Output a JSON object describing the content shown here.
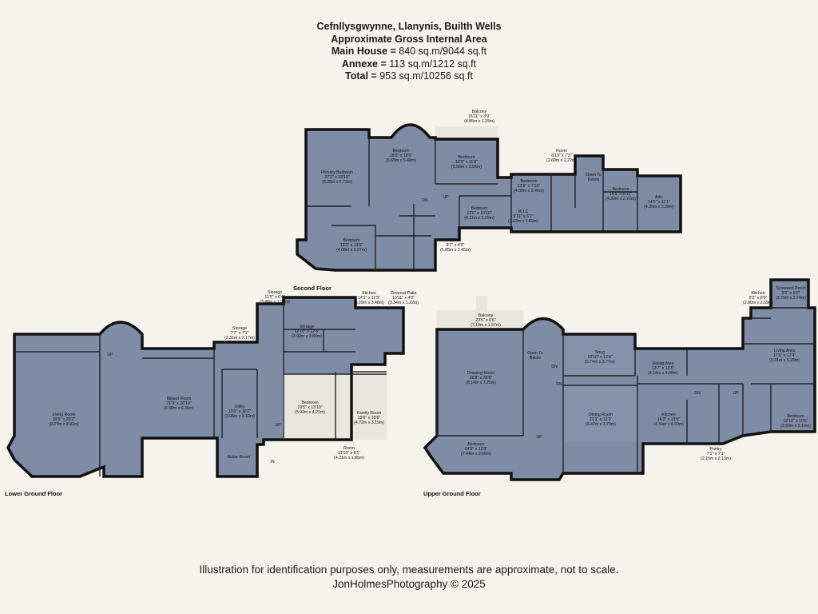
{
  "header": {
    "address": "Cefnllysgwynne, Llanynis, Builth Wells",
    "area_title": "Approximate Gross Internal Area",
    "main_house_label": "Main House =",
    "main_house_value": "840 sq.m/9044 sq.ft",
    "annexe_label": "Annexe =",
    "annexe_value": "113 sq.m/1212 sq.ft",
    "total_label": "Total =",
    "total_value": "953 sq.m/10256 sq.ft"
  },
  "floors": {
    "second": "Second Floor",
    "lower_ground": "Lower Ground Floor",
    "upper_ground": "Upper Ground Floor"
  },
  "rooms": {
    "balcony_top": [
      "Balcony",
      "15'11\" x 3'9\"",
      "(4.85m x 1.15m)"
    ],
    "primary_bedroom": [
      "Primary Bedroom",
      "27'2\" x 18'10\"",
      "(8.28m x 5.73m)"
    ],
    "bedroom_2f_a": [
      "Bedroom",
      "18'6\" x 18'0\"",
      "(5.65m x 5.48m)"
    ],
    "bedroom_2f_b": [
      "Bedroom",
      "18'3\" x 11'8\"",
      "(5.56m x 3.56m)"
    ],
    "room_2f": [
      "Room",
      "8'10\" x 7'3\"",
      "(2.69m x 2.22m)"
    ],
    "bedroom_2f_c": [
      "Bedroom",
      "13'6\" x 7'10\"",
      "(4.09m x 2.40m)"
    ],
    "open_to_below_2f": [
      "Open To",
      "Below"
    ],
    "bedroom_2f_d": [
      "Bedroom",
      "14'5\" x 8'11\"",
      "(4.39m x 2.72m)"
    ],
    "attic": [
      "Attic",
      "14'5\" x 11'1\"",
      "(4.39m x 3.39m)"
    ],
    "bedroom_2f_e": [
      "Bedroom",
      "13'6\" x 10'10\"",
      "(4.11m x 3.29m)"
    ],
    "wic_a": [
      "W.I.C",
      "9'11\" x 6'2\"",
      "(3.03m x 1.89m)"
    ],
    "bedroom_2f_f": [
      "Bedroom",
      "13'5\" x 13'0\"",
      "(4.08m x 3.97m)"
    ],
    "wic_b": [
      "W.I.C",
      "6'1\" x 4'9\"",
      "(1.85m x 1.45m)"
    ],
    "storage_lg_a": [
      "Storage",
      "11'5\" x 6'4\"",
      "(3.48m x 1.94m)"
    ],
    "kitchen_lg": [
      "Kitchen",
      "14'1\" x 11'5\"",
      "(4.29m x 3.48m)"
    ],
    "covered_patio": [
      "Covered Patio",
      "10'11\" x 4'0\"",
      "(3.34m x 1.22m)"
    ],
    "storage_lg_b": [
      "Storage",
      "7'7\" x 7'1\"",
      "(2.31m x 2.17m)"
    ],
    "storage_lg_c": [
      "Storage",
      "12'10\" x 12'6\"",
      "(3.92m x 3.80m)"
    ],
    "living_room_lg": [
      "Living Room",
      "30'5\" x 29'2\"",
      "(9.27m x 8.91m)"
    ],
    "billiard_room": [
      "Billiard Room",
      "21'3\" x 20'10\"",
      "(6.48m x 6.36m)"
    ],
    "utility": [
      "Utility",
      "10'0\" x 10'2\"",
      "(3.06m x 3.10m)"
    ],
    "bedroom_lg": [
      "Bedroom",
      "19'5\" x 13'10\"",
      "(5.92m x 4.21m)"
    ],
    "family_room": [
      "Family Room",
      "15'6\" x 10'6\"",
      "(4.72m x 3.19m)"
    ],
    "room_lg": [
      "Room",
      "13'10\" x 6'1\"",
      "(4.21m x 1.85m)"
    ],
    "boiler_room": [
      "Boiler Room"
    ],
    "balcony_ug": [
      "Balcony",
      "23'5\" x 6'6\"",
      "(7.13m x 1.97m)"
    ],
    "drawing_room": [
      "Drawing Room",
      "26'8\" x 23'9\"",
      "(8.14m x 7.25m)"
    ],
    "open_to_below_ug": [
      "Open To",
      "Below"
    ],
    "snug": [
      "Snug",
      "18'10\" x 12'4\"",
      "(5.74m x 3.77m)"
    ],
    "dining_area": [
      "Dining Area",
      "13'7\" x 13'5\"",
      "(4.14m x 4.08m)"
    ],
    "kitchen_ug": [
      "Kitchen",
      "9'2\" x 8'6\"",
      "(2.80m x 2.59m)"
    ],
    "screened_porch": [
      "Screened Porch",
      "9'2\" x 9'0\"",
      "(2.79m x 2.74m)"
    ],
    "living_area": [
      "Living Area",
      "17'5\" x 17'4\"",
      "(5.31m x 5.28m)"
    ],
    "dining_room": [
      "Dining Room",
      "21'3\" x 12'3\"",
      "(6.47m x 3.73m)"
    ],
    "kitchen_ug_b": [
      "Kitchen",
      "14'3\" x 13'9\"",
      "(4.34m x 4.20m)"
    ],
    "bedroom_ug_a": [
      "Bedroom",
      "24'5\" x 12'0\"",
      "(7.44m x 3.66m)"
    ],
    "bedroom_ug_b": [
      "Bedroom",
      "12'10\" x 10'5\"",
      "(3.90m x 3.19m)"
    ],
    "pantry": [
      "Pantry",
      "7'1\" x 7'1\"",
      "(2.15m x 2.15m)"
    ]
  },
  "markers": {
    "up": "UP",
    "dn": "DN",
    "in": "IN"
  },
  "footer": {
    "disclaimer": "Illustration for identification purposes only, measurements are approximate, not to scale.",
    "credit": "JonHolmesPhotography © 2025"
  },
  "colors": {
    "room_fill": "#7f8ca6",
    "background": "#f6f3ef",
    "wall": "#111111"
  }
}
